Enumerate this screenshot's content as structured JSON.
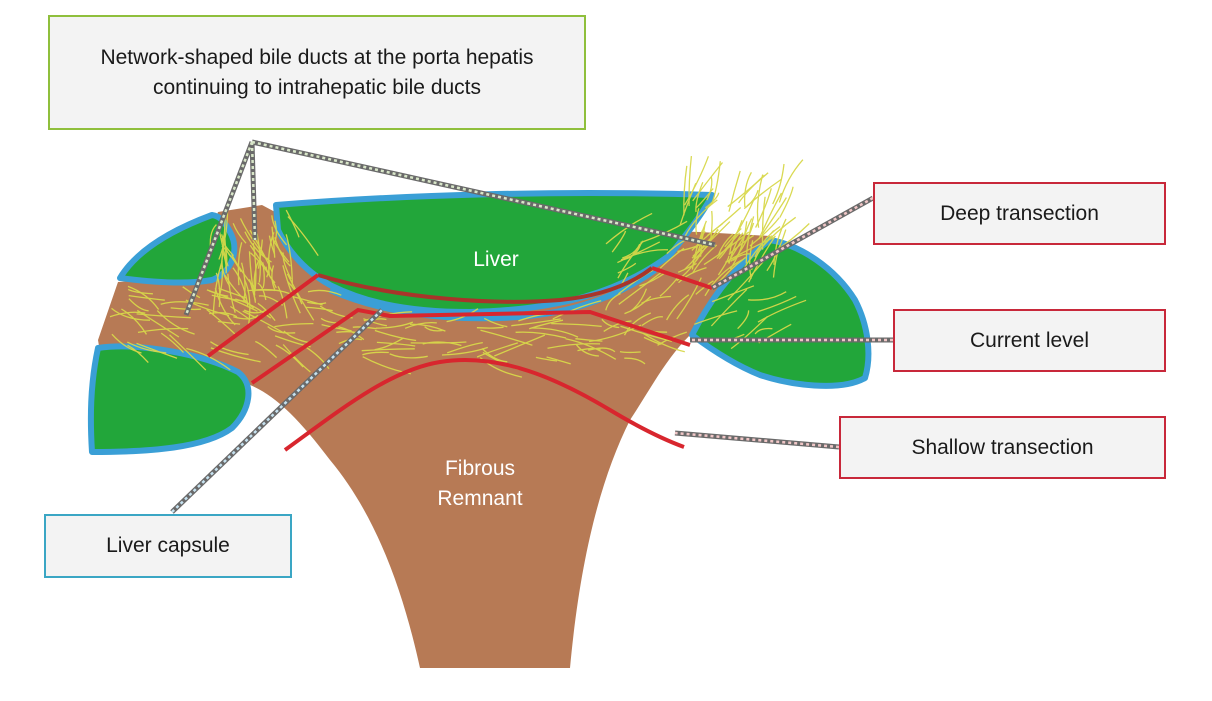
{
  "diagram": {
    "labels": {
      "liver": "Liver",
      "fibrous_line1": "Fibrous",
      "fibrous_line2": "Remnant"
    },
    "callouts": {
      "bile_ducts_line1": "Network-shaped bile ducts at the porta hepatis",
      "bile_ducts_line2": "continuing to intrahepatic bile ducts",
      "deep_transection": "Deep transection",
      "current_level": "Current level",
      "shallow_transection": "Shallow transection",
      "liver_capsule": "Liver capsule"
    },
    "colors": {
      "liver_tissue": "#22a63a",
      "capsule": "#3a9fd6",
      "fibrous_remnant": "#b77a55",
      "bile_ducts": "#d8d84a",
      "transection_lines": "#d8262e",
      "deep_line": "#a8352a",
      "bile_callout_border": "#8fbf3c",
      "transection_callout_border": "#c8283a",
      "capsule_callout_border": "#3aa6c4"
    }
  }
}
